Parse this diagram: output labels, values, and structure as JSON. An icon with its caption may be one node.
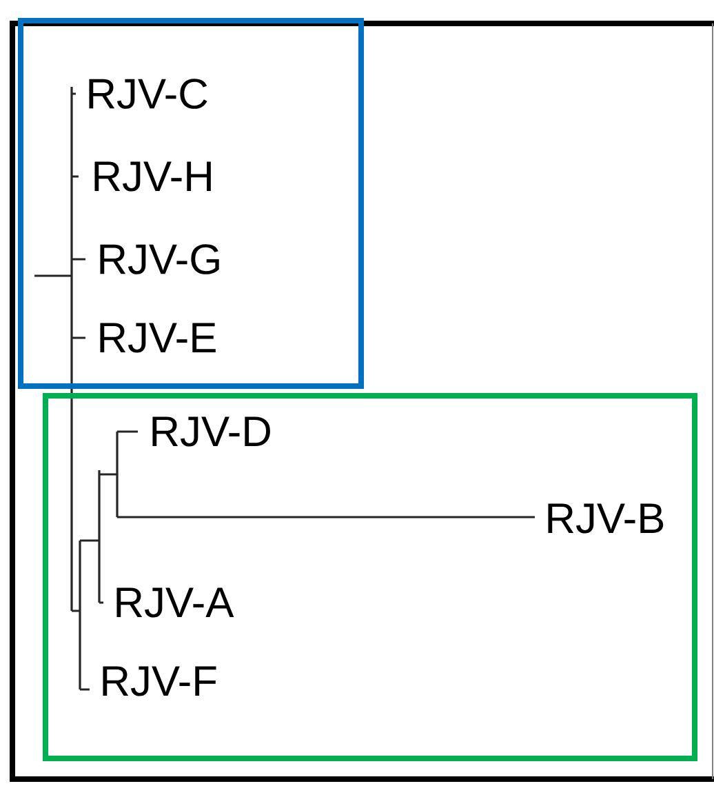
{
  "diagram": {
    "nodes": [
      {
        "text": [],
        "shape": "box"
      },
      {
        "text": [
          "RJV-C"
        ],
        "in": 0
      },
      {
        "text": [
          "RJV-H"
        ],
        "in": 0
      },
      {
        "text": [
          "RJV-G"
        ],
        "in": 0
      },
      {
        "text": [
          "RJV-E"
        ],
        "in": 0
      },
      {
        "text": [],
        "shape": "box"
      },
      {
        "text": [
          "RJV-D"
        ],
        "in": 5
      },
      {
        "text": [
          "RJV-B"
        ],
        "in": 5
      },
      {
        "text": [
          "RJV-A"
        ],
        "in": 5
      },
      {
        "text": [
          "RJV-F"
        ],
        "in": 5
      }
    ]
  }
}
